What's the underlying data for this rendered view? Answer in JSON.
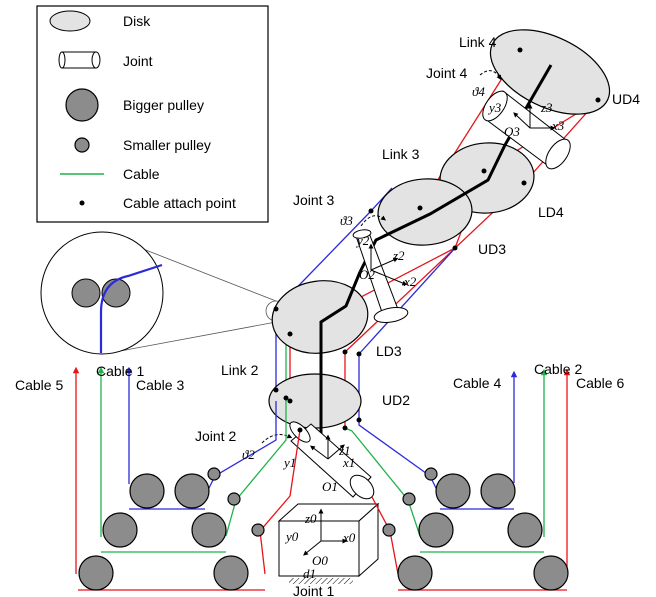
{
  "legend": {
    "disk": "Disk",
    "joint": "Joint",
    "bigger_pulley": "Bigger pulley",
    "smaller_pulley": "Smaller pulley",
    "cable": "Cable",
    "cable_attach_point": "Cable attach point"
  },
  "links": {
    "link2": "Link 2",
    "link3": "Link 3",
    "link4": "Link 4"
  },
  "joints": {
    "joint1": "Joint 1",
    "joint2": "Joint 2",
    "joint3": "Joint 3",
    "joint4": "Joint 4"
  },
  "disks": {
    "ud2": "UD2",
    "ud3": "UD3",
    "ud4": "UD4",
    "ld3": "LD3",
    "ld4": "LD4"
  },
  "cables": {
    "cable1": "Cable 1",
    "cable2": "Cable 2",
    "cable3": "Cable 3",
    "cable4": "Cable 4",
    "cable5": "Cable 5",
    "cable6": "Cable 6"
  },
  "symbols": {
    "o0": "O0",
    "o1": "O1",
    "o2": "O2",
    "o3": "O3",
    "z0": "z0",
    "y0": "y0",
    "x0": "x0",
    "z1": "z1",
    "y1": "y1",
    "x1": "x1",
    "z2": "z2",
    "y2": "y2",
    "x2": "x2",
    "z3": "z3",
    "y3": "y3",
    "x3": "x3",
    "theta2": "ϑ2",
    "theta3": "ϑ3",
    "theta4": "ϑ4",
    "d1": "d1"
  },
  "colors": {
    "cable_red": "#e8141b",
    "cable_green": "#1fb24a",
    "cable_blue": "#2b2bd9",
    "disk_fill": "#e3e3e3",
    "pulley_fill": "#8c8c8c"
  }
}
